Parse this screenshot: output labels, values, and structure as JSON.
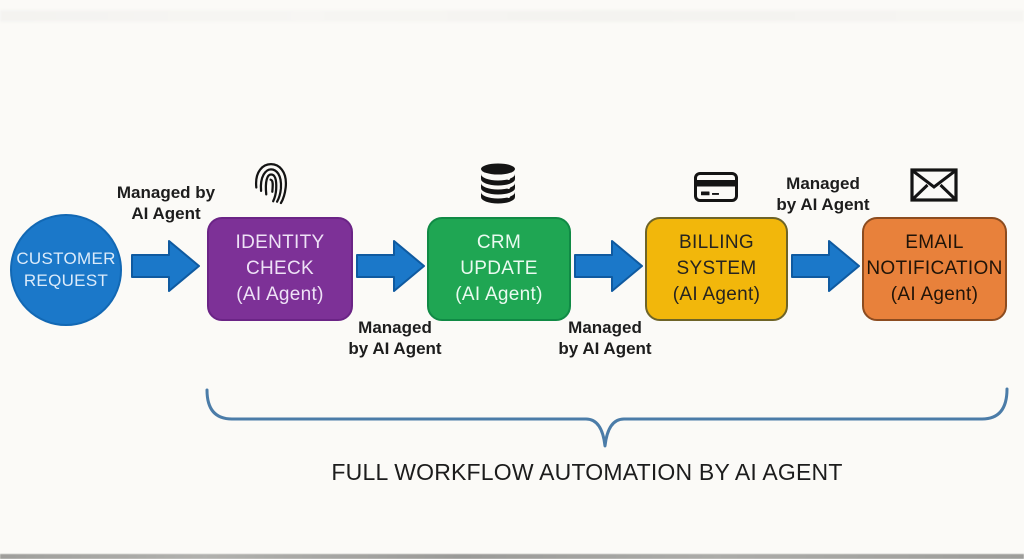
{
  "diagram": {
    "title": "FULL WORKFLOW AUTOMATION BY AI AGENT",
    "start": {
      "line1": "CUSTOMER",
      "line2": "REQUEST",
      "color": "#1b78c9"
    },
    "managed_labels": [
      {
        "line1": "Managed by",
        "line2": "AI Agent"
      },
      {
        "line1": "Managed",
        "line2": "by AI Agent"
      },
      {
        "line1": "Managed",
        "line2": "by AI Agent"
      },
      {
        "line1": "Managed",
        "line2": "by AI Agent"
      }
    ],
    "nodes": [
      {
        "icon": "fingerprint-icon",
        "line1": "IDENTITY",
        "line2": "CHECK",
        "line3": "(AI Agent)",
        "color": "#7d3197"
      },
      {
        "icon": "database-icon",
        "line1": "CRM",
        "line2": "UPDATE",
        "line3": "(AI Agent)",
        "color": "#1fa653"
      },
      {
        "icon": "credit-card-icon",
        "line1": "BILLING",
        "line2": "SYSTEM",
        "line3": "(AI Agent)",
        "color": "#f2b70b"
      },
      {
        "icon": "envelope-icon",
        "line1": "EMAIL",
        "line2": "NOTIFICATION",
        "line3": "(AI Agent)",
        "color": "#e8813b"
      }
    ],
    "colors": {
      "background": "#fbfaf7",
      "arrow_fill": "#1b78c9",
      "arrow_stroke": "#0f5aa0",
      "brace": "#4b7ca8",
      "icon_ink": "#141414"
    }
  }
}
